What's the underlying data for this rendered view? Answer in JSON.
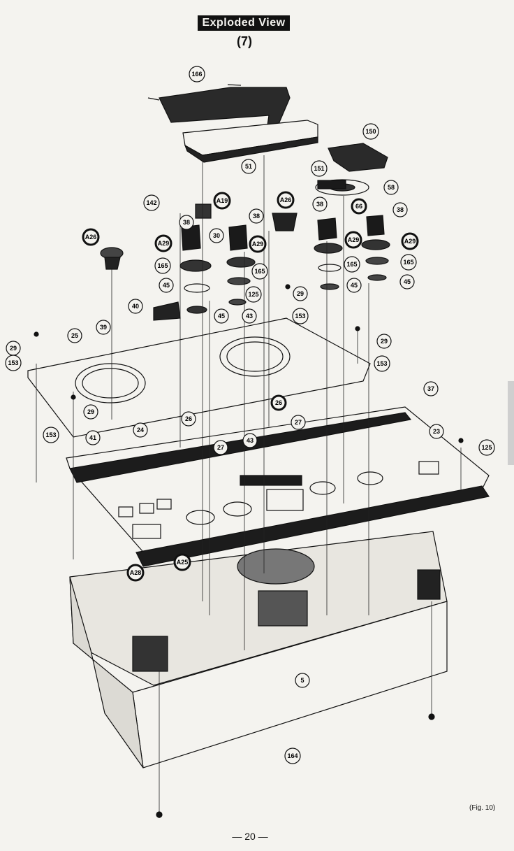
{
  "header": {
    "title": "Exploded View",
    "subtitle": "(7)"
  },
  "footer": {
    "figure_label": "(Fig. 10)",
    "page_number": "— 20 —"
  },
  "callouts": [
    {
      "id": "166",
      "label": "166",
      "style": "outline"
    },
    {
      "id": "51",
      "label": "51",
      "style": "outline"
    },
    {
      "id": "150",
      "label": "150",
      "style": "outline"
    },
    {
      "id": "151",
      "label": "151",
      "style": "outline"
    },
    {
      "id": "58",
      "label": "58",
      "style": "outline"
    },
    {
      "id": "142",
      "label": "142",
      "style": "outline"
    },
    {
      "id": "A19",
      "label": "A19",
      "style": "bold"
    },
    {
      "id": "A26a",
      "label": "A26",
      "style": "bold"
    },
    {
      "id": "38a",
      "label": "38",
      "style": "outline"
    },
    {
      "id": "38b",
      "label": "38",
      "style": "outline"
    },
    {
      "id": "38c",
      "label": "38",
      "style": "outline"
    },
    {
      "id": "38d",
      "label": "38",
      "style": "outline"
    },
    {
      "id": "66",
      "label": "66",
      "style": "bold"
    },
    {
      "id": "30",
      "label": "30",
      "style": "outline"
    },
    {
      "id": "A26b",
      "label": "A26",
      "style": "bold"
    },
    {
      "id": "A29a",
      "label": "A29",
      "style": "bold"
    },
    {
      "id": "A29b",
      "label": "A29",
      "style": "bold"
    },
    {
      "id": "A29c",
      "label": "A29",
      "style": "bold"
    },
    {
      "id": "A29d",
      "label": "A29",
      "style": "bold"
    },
    {
      "id": "165a",
      "label": "165",
      "style": "outline"
    },
    {
      "id": "165b",
      "label": "165",
      "style": "outline"
    },
    {
      "id": "165c",
      "label": "165",
      "style": "outline"
    },
    {
      "id": "165d",
      "label": "165",
      "style": "outline"
    },
    {
      "id": "45a",
      "label": "45",
      "style": "outline"
    },
    {
      "id": "45b",
      "label": "45",
      "style": "outline"
    },
    {
      "id": "45c",
      "label": "45",
      "style": "outline"
    },
    {
      "id": "45d",
      "label": "45",
      "style": "outline"
    },
    {
      "id": "125a",
      "label": "125",
      "style": "outline"
    },
    {
      "id": "29a",
      "label": "29",
      "style": "outline"
    },
    {
      "id": "153a",
      "label": "153",
      "style": "outline"
    },
    {
      "id": "40",
      "label": "40",
      "style": "outline"
    },
    {
      "id": "43a",
      "label": "43",
      "style": "outline"
    },
    {
      "id": "29b",
      "label": "29",
      "style": "outline"
    },
    {
      "id": "153b",
      "label": "153",
      "style": "outline"
    },
    {
      "id": "25",
      "label": "25",
      "style": "outline"
    },
    {
      "id": "39",
      "label": "39",
      "style": "outline"
    },
    {
      "id": "29c",
      "label": "29",
      "style": "outline"
    },
    {
      "id": "29d",
      "label": "29",
      "style": "outline"
    },
    {
      "id": "153c",
      "label": "153",
      "style": "outline"
    },
    {
      "id": "153d",
      "label": "153",
      "style": "outline"
    },
    {
      "id": "37",
      "label": "37",
      "style": "outline"
    },
    {
      "id": "26a",
      "label": "26",
      "style": "bold"
    },
    {
      "id": "26b",
      "label": "26",
      "style": "outline"
    },
    {
      "id": "27a",
      "label": "27",
      "style": "outline"
    },
    {
      "id": "27b",
      "label": "27",
      "style": "outline"
    },
    {
      "id": "24",
      "label": "24",
      "style": "outline"
    },
    {
      "id": "41",
      "label": "41",
      "style": "outline"
    },
    {
      "id": "43b",
      "label": "43",
      "style": "outline"
    },
    {
      "id": "23",
      "label": "23",
      "style": "outline"
    },
    {
      "id": "125b",
      "label": "125",
      "style": "outline"
    },
    {
      "id": "A28",
      "label": "A28",
      "style": "bold"
    },
    {
      "id": "A25",
      "label": "A25",
      "style": "bold"
    },
    {
      "id": "5",
      "label": "5",
      "style": "outline"
    },
    {
      "id": "164",
      "label": "164",
      "style": "outline"
    }
  ]
}
